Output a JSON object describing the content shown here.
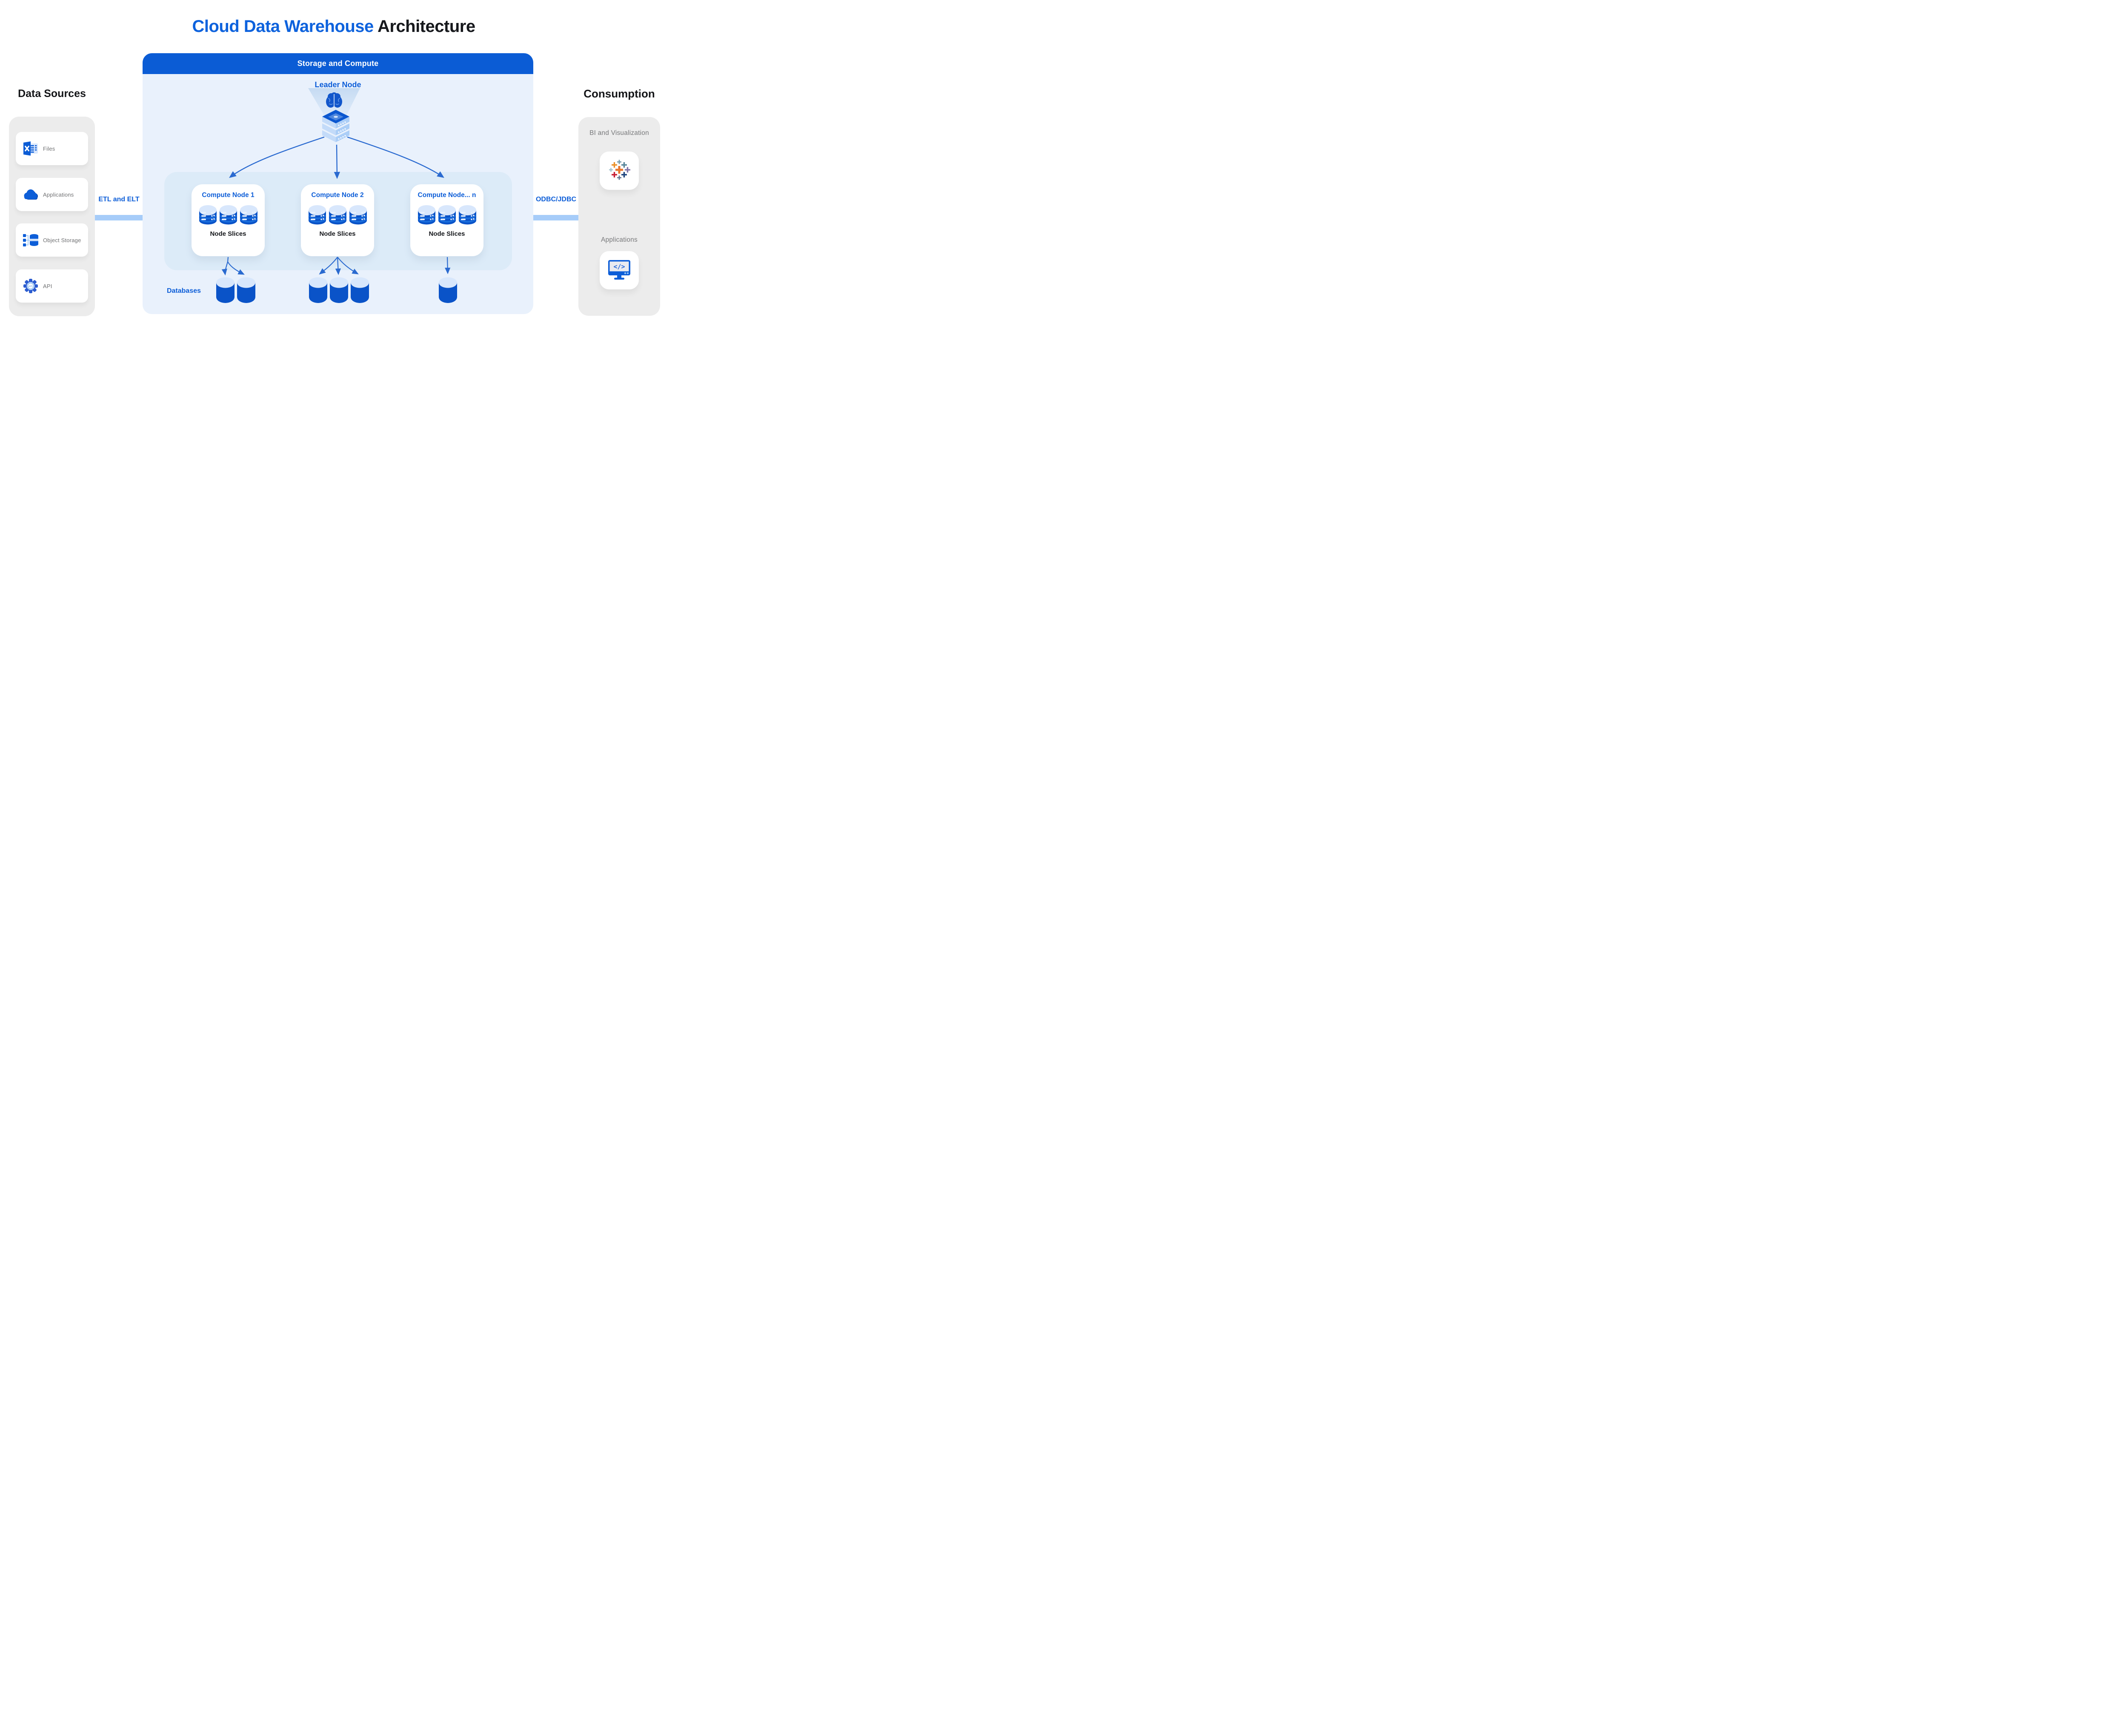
{
  "title": {
    "highlight": "Cloud Data Warehouse",
    "rest": "Architecture"
  },
  "colors": {
    "primary_blue": "#0d5ed8",
    "header_blue": "#0b5cd5",
    "panel_blue": "#e9f1fc",
    "inner_band_blue": "#dcebf8",
    "connector_blue": "#a6ccf9",
    "cylinder_blue": "#0a53c8",
    "cylinder_top_blue": "#d8e7fc",
    "arrow_blue": "#2a6ad0",
    "gray_panel": "#ececec",
    "label_gray": "#6f7072",
    "heading_black": "#16181c"
  },
  "data_sources": {
    "heading": "Data Sources",
    "items": [
      {
        "label": "Files",
        "icon": "excel-file-icon"
      },
      {
        "label": "Applications",
        "icon": "cloud-icon"
      },
      {
        "label": "Object Storage",
        "icon": "object-storage-icon"
      },
      {
        "label": "API",
        "icon": "api-gear-icon"
      }
    ]
  },
  "etl_label": "ETL and ELT",
  "storage": {
    "header": "Storage and Compute",
    "leader_label": "Leader Node",
    "leader_icon": "brain-icon",
    "databases_label": "Databases",
    "nodes": [
      {
        "title": "Compute Node 1",
        "slices_label": "Node Slices",
        "slice_count": 3,
        "db_count": 2
      },
      {
        "title": "Compute Node 2",
        "slices_label": "Node Slices",
        "slice_count": 3,
        "db_count": 3
      },
      {
        "title": "Compute Node... n",
        "slices_label": "Node Slices",
        "slice_count": 3,
        "db_count": 1
      }
    ]
  },
  "odbc_label": "ODBC/JDBC",
  "consumption": {
    "heading": "Consumption",
    "items": [
      {
        "label": "BI and Visualization",
        "icon": "tableau-icon"
      },
      {
        "label": "Applications",
        "icon": "code-monitor-icon"
      }
    ]
  }
}
